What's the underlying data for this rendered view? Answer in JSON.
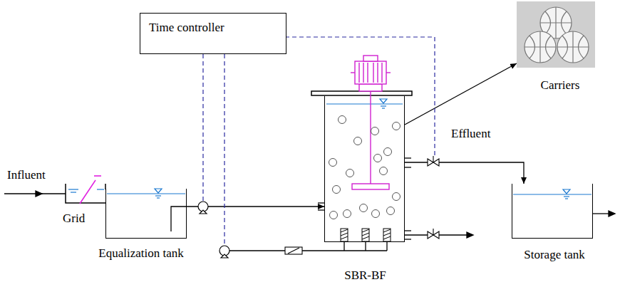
{
  "diagram": {
    "nodes": [
      {
        "text": [
          "Time controller"
        ]
      },
      {
        "text": [
          "Equalization tank"
        ]
      },
      {
        "text": [
          "SBR-BF"
        ]
      },
      {
        "text": [
          "Storage tank"
        ]
      },
      {
        "text": [
          "Carriers"
        ]
      }
    ],
    "edges": [
      {
        "from": 1,
        "to": 2,
        "arrow": "to"
      },
      {
        "from": 2,
        "to": 3,
        "arrow": "to"
      },
      {
        "from": 2,
        "to": 4,
        "arrow": "to"
      }
    ],
    "labels": [
      "Influent",
      "Grid",
      "Effluent"
    ]
  }
}
